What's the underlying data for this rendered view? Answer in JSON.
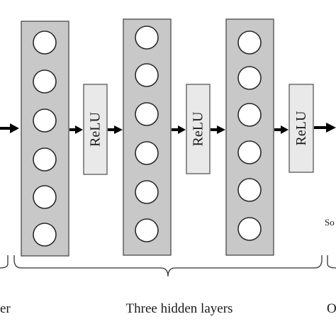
{
  "diagram": {
    "activation_labels": [
      "ReLU",
      "ReLU",
      "ReLU"
    ],
    "hidden_layers_caption": "Three hidden layers",
    "input_caption_fragment": "er",
    "output_caption_fragment": "O",
    "output_side_label_fragment": "So",
    "neurons_per_hidden_layer": 6,
    "hidden_layer_count": 3
  },
  "colors": {
    "layer_fill": "#c8c8c8",
    "neuron_fill": "#ffffff",
    "relu_fill": "#e9e9e9",
    "arrow": "#000000"
  }
}
